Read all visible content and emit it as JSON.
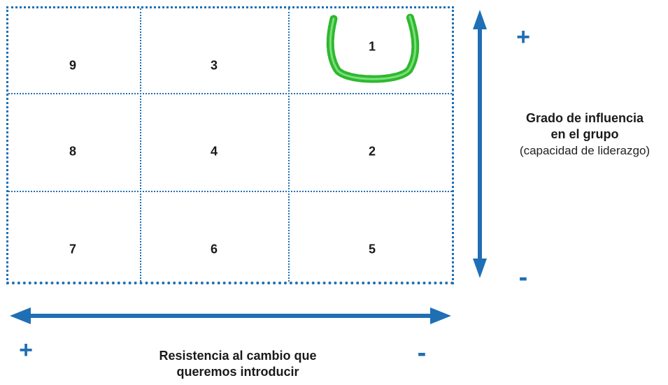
{
  "grid": {
    "cells": [
      {
        "label": "9"
      },
      {
        "label": "3"
      },
      {
        "label": "1"
      },
      {
        "label": "8"
      },
      {
        "label": "4"
      },
      {
        "label": "2"
      },
      {
        "label": "7"
      },
      {
        "label": "6"
      },
      {
        "label": "5"
      }
    ],
    "highlighted_cell": "1"
  },
  "vertical_axis": {
    "top_sign": "+",
    "bottom_sign": "-",
    "title_line1": "Grado de influencia",
    "title_line2": "en el grupo",
    "subtitle": "(capacidad de liderazgo)"
  },
  "horizontal_axis": {
    "left_sign": "+",
    "right_sign": "-",
    "title_line1": "Resistencia al cambio que",
    "title_line2": "queremos introducir"
  },
  "colors": {
    "accent": "#1f6fb4",
    "highlight": "#3cc83c"
  }
}
